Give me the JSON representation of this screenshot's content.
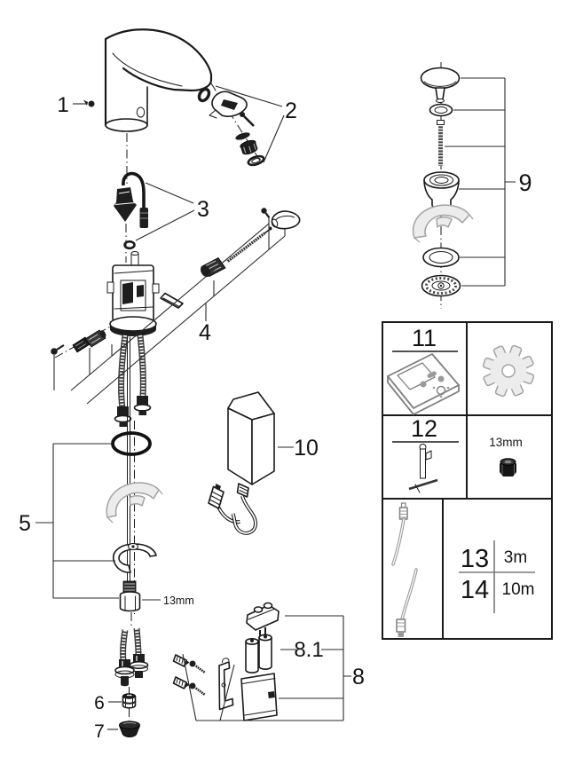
{
  "callouts": {
    "c1": "1",
    "c2": "2",
    "c3": "3",
    "c4": "4",
    "c5": "5",
    "c6": "6",
    "c7": "7",
    "c8": "8",
    "c8_1": "8.1",
    "c9": "9",
    "c10": "10"
  },
  "inline_labels": {
    "shank_nut_size": "13mm"
  },
  "accessory_box": {
    "item11": "11",
    "item12": "12",
    "nut_size": "13mm",
    "cables": [
      {
        "item": "13",
        "length": "3m"
      },
      {
        "item": "14",
        "length": "10m"
      }
    ]
  },
  "colors": {
    "background": "#ffffff",
    "ink": "#1a1a1a",
    "part_gray_fill": "#ececec",
    "part_gray_stroke": "#a3a3a3",
    "accessory_gray": "#9a9a9a"
  }
}
